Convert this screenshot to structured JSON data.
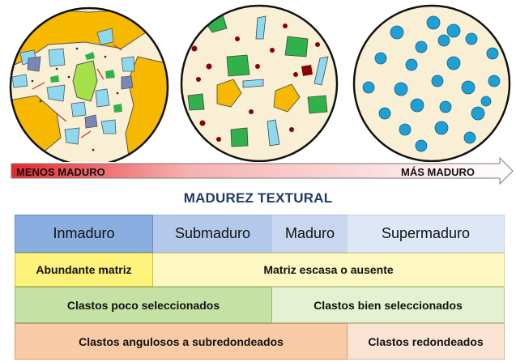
{
  "arrow": {
    "left_label": "MENOS MADURO",
    "right_label": "MÁS MADURO"
  },
  "title": "MADUREZ TEXTURAL",
  "table": {
    "headers": [
      "Inmaduro",
      "Submaduro",
      "Maduro",
      "Supermaduro"
    ],
    "row_matrix": [
      "Abundante matriz",
      "Matriz escasa o ausente"
    ],
    "row_sorting": [
      "Clastos poco seleccionados",
      "Clastos bien seleccionados"
    ],
    "row_rounding": [
      "Clastos angulosos a subredondeados",
      "Clastos redondeados"
    ]
  },
  "colors": {
    "matrix_bg": "#f8efd4",
    "matrix_green": "#2fb24a",
    "matrix_yellow": "#f7b800",
    "clast_blue": "#8ed8f0",
    "well_sorted_blue": "#1e9fd6",
    "dark_red": "#8b0000",
    "light_green": "#a6e14a",
    "header_inmaduro": "#8aaee0",
    "header_submaduro": "#b3c9ea",
    "header_maduro": "#c8d7ef",
    "header_supermaduro": "#dde7f6",
    "row_matrix_left": "#fff27a",
    "row_matrix_right": "#fdf7c1",
    "row_sorting_left": "#c4e2a3",
    "row_sorting_right": "#e4f1d3",
    "row_rounding_left": "#f8caa6",
    "row_rounding_right": "#fbe4d4",
    "arrow_start": "#e8282b",
    "arrow_end": "#ffffff",
    "title_text": "#1f3b63"
  }
}
